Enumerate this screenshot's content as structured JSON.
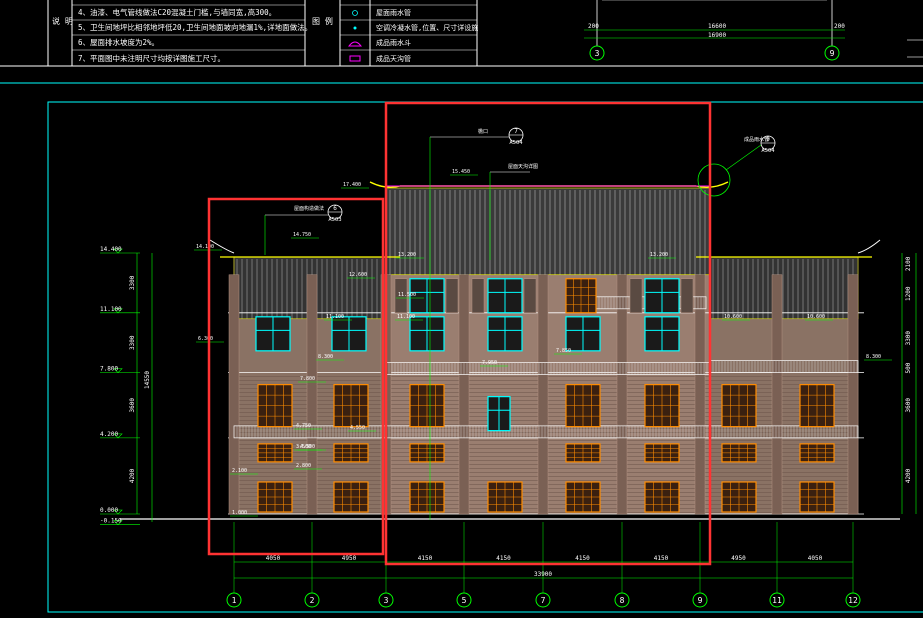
{
  "notes": {
    "heading": "说 明",
    "lines": [
      "4、油漆、电气管线做法C20混凝土门槛,与墙同宽,高300。",
      "5、卫生间地坪比相邻地坪低20,卫生间地面坡向地漏1%,详地面做法。",
      "6、屋面排水坡度为2%。",
      "7、平面图中未注明尺寸均按详图施工尺寸。"
    ]
  },
  "legend": {
    "heading": "图 例",
    "items": [
      {
        "symbol": "circle",
        "label": "屋面雨水管"
      },
      {
        "symbol": "dot",
        "label": "空调冷凝水管,位置、尺寸详设施"
      },
      {
        "symbol": "drain",
        "label": "成品雨水斗"
      },
      {
        "symbol": "gutter",
        "label": "成品天沟管"
      }
    ]
  },
  "top_detail": {
    "dims": [
      "200",
      "16600",
      "200",
      "16900"
    ],
    "axes": [
      "3",
      "9"
    ]
  },
  "elevation_left": [
    {
      "label": "14.400",
      "yv": 14.4
    },
    {
      "label": "11.100",
      "yv": 11.1
    },
    {
      "label": "7.800",
      "yv": 7.8
    },
    {
      "label": "4.200",
      "yv": 4.2
    },
    {
      "label": "0.000",
      "yv": 0.0
    },
    {
      "label": "-0.150",
      "yv": -0.15
    }
  ],
  "left_dims": [
    "3300",
    "3300",
    "3600",
    "4200"
  ],
  "left_total": "14550",
  "right_dims": [
    "2100",
    "1200",
    "3300",
    "500",
    "3600",
    "4200"
  ],
  "callouts": [
    {
      "num": "6",
      "ref": "A503"
    },
    {
      "num": "7",
      "ref": "A504"
    },
    {
      "num": "9",
      "ref": "A504"
    }
  ],
  "callout_captions": [
    "屋面构造做法",
    "檐口",
    "屋面天沟详图",
    "成品雨水管"
  ],
  "inner_levels": [
    "17.400",
    "15.450",
    "14.750",
    "14.100",
    "13.200",
    "13.200",
    "12.600",
    "11.500",
    "11.100",
    "11.100",
    "10.600",
    "10.600",
    "8.300",
    "8.300",
    "7.800",
    "7.950",
    "7.850",
    "6.300",
    "4.750",
    "4.550",
    "4.500",
    "3.500",
    "2.800",
    "2.100",
    "1.000"
  ],
  "bottom_dims": [
    "4050",
    "4950",
    "4150",
    "4150",
    "4150",
    "4150",
    "4950",
    "4050"
  ],
  "bottom_total": "33900",
  "axes_bottom": [
    "1",
    "2",
    "3",
    "5",
    "7",
    "8",
    "9",
    "11",
    "12"
  ],
  "colors": {
    "background": "#000000",
    "frame": "#00ffff",
    "wall": "#a08070",
    "window": "#00ffff",
    "door": "#ff8c00",
    "roof": "#ffff00",
    "dimension": "#00ff00",
    "highlight": "#ff3333",
    "text": "#ffffff"
  }
}
